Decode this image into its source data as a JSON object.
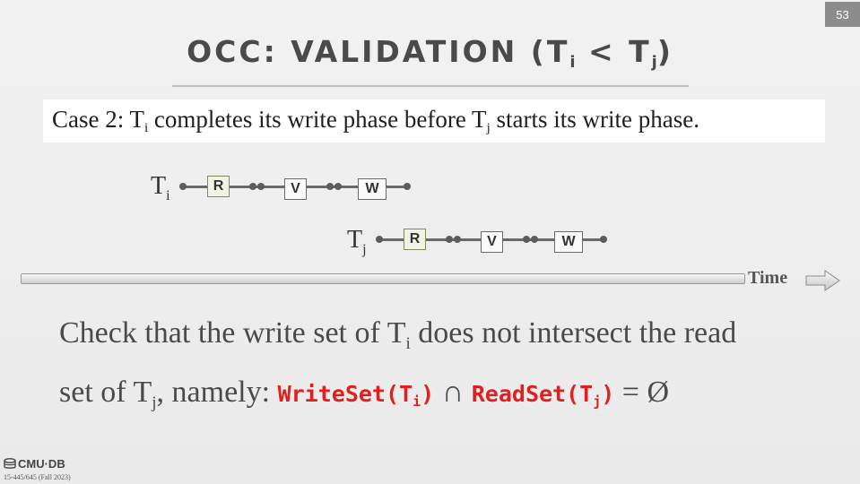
{
  "slide": {
    "page_number": "53",
    "title_prefix": "OCC: VALIDATION (T",
    "title_sub_i": "i",
    "title_middle": " < T",
    "title_sub_j": "j",
    "title_suffix": ")"
  },
  "case": {
    "prefix": "Case 2:  T",
    "sub_i": "i",
    "middle": " completes its write phase before T",
    "sub_j": "j",
    "suffix": " starts its write phase."
  },
  "diagram": {
    "ti": {
      "label": "T",
      "sub": "i",
      "phases": [
        "R",
        "V",
        "W"
      ]
    },
    "tj": {
      "label": "T",
      "sub": "j",
      "phases": [
        "R",
        "V",
        "W"
      ]
    },
    "time_label": "Time"
  },
  "check": {
    "line1_prefix": "Check that the write set of T",
    "line1_sub": "i",
    "line1_suffix": " does not intersect the read",
    "line2_prefix": "set of T",
    "line2_sub": "j",
    "line2_middle": ", namely: ",
    "writeset_prefix": "WriteSet(T",
    "writeset_sub": "i",
    "writeset_suffix": ")",
    "intersect": " ∩ ",
    "readset_prefix": "ReadSet(T",
    "readset_sub": "j",
    "readset_suffix": ")",
    "equals_empty": " = Ø"
  },
  "footer": {
    "logo_text": "CMU·DB",
    "course": "15-445/645 (Fall 2023)"
  },
  "colors": {
    "code_red": "#e02020",
    "text_gray": "#4a4a4a",
    "page_badge": "#8c8c8c"
  }
}
